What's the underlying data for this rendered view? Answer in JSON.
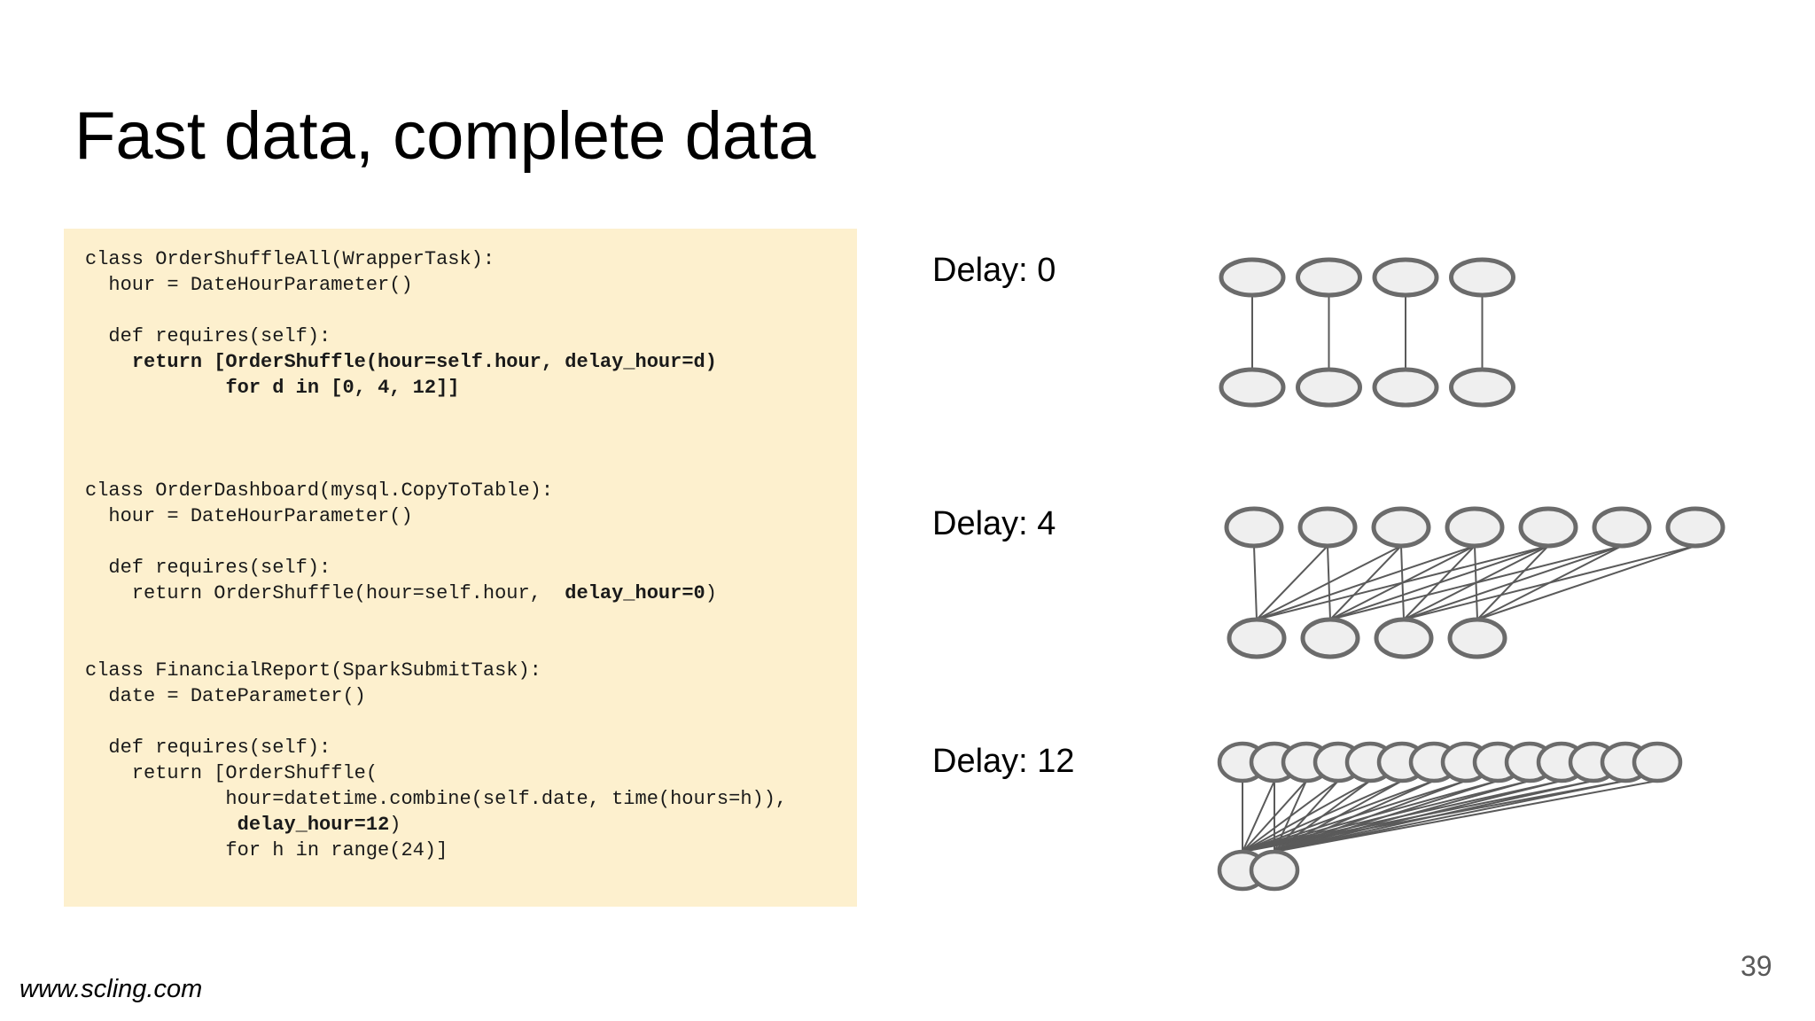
{
  "slide": {
    "title": "Fast data, complete data",
    "footer": "www.scling.com",
    "page_number": "39"
  },
  "colors": {
    "code_bg": "#FDF0CE",
    "code_text": "#1a1a1a",
    "node_fill": "#efefef",
    "node_stroke": "#6b6b6b",
    "edge": "#5a5a5a",
    "page_number": "#595959"
  },
  "code_block": {
    "lines": [
      {
        "segments": [
          {
            "text": "class OrderShuffleAll(WrapperTask):",
            "bold": false
          }
        ]
      },
      {
        "segments": [
          {
            "text": "  hour = DateHourParameter()",
            "bold": false
          }
        ]
      },
      {
        "segments": []
      },
      {
        "segments": [
          {
            "text": "  def requires(self):",
            "bold": false
          }
        ]
      },
      {
        "segments": [
          {
            "text": "    ",
            "bold": false
          },
          {
            "text": "return [OrderShuffle(hour=self.hour, delay_hour=d)",
            "bold": true
          }
        ]
      },
      {
        "segments": [
          {
            "text": "            ",
            "bold": false
          },
          {
            "text": "for d in [0, 4, 12]]",
            "bold": true
          }
        ]
      },
      {
        "segments": []
      },
      {
        "segments": []
      },
      {
        "segments": []
      },
      {
        "segments": [
          {
            "text": "class OrderDashboard(mysql.CopyToTable):",
            "bold": false
          }
        ]
      },
      {
        "segments": [
          {
            "text": "  hour = DateHourParameter()",
            "bold": false
          }
        ]
      },
      {
        "segments": []
      },
      {
        "segments": [
          {
            "text": "  def requires(self):",
            "bold": false
          }
        ]
      },
      {
        "segments": [
          {
            "text": "    return OrderShuffle(hour=self.hour,  ",
            "bold": false
          },
          {
            "text": "delay_hour=0",
            "bold": true
          },
          {
            "text": ")",
            "bold": false
          }
        ]
      },
      {
        "segments": []
      },
      {
        "segments": []
      },
      {
        "segments": [
          {
            "text": "class FinancialReport(SparkSubmitTask):",
            "bold": false
          }
        ]
      },
      {
        "segments": [
          {
            "text": "  date = DateParameter()",
            "bold": false
          }
        ]
      },
      {
        "segments": []
      },
      {
        "segments": [
          {
            "text": "  def requires(self):",
            "bold": false
          }
        ]
      },
      {
        "segments": [
          {
            "text": "    return [OrderShuffle(",
            "bold": false
          }
        ]
      },
      {
        "segments": [
          {
            "text": "            hour=datetime.combine(self.date, time(hours=h)),",
            "bold": false
          }
        ]
      },
      {
        "segments": [
          {
            "text": "             ",
            "bold": false
          },
          {
            "text": "delay_hour=12",
            "bold": true
          },
          {
            "text": ")",
            "bold": false
          }
        ]
      },
      {
        "segments": [
          {
            "text": "            for h in range(24)]",
            "bold": false
          }
        ]
      }
    ]
  },
  "diagrams": [
    {
      "label": "Delay: 0",
      "delay": 0,
      "top_nodes": 4,
      "bottom_nodes": 4
    },
    {
      "label": "Delay: 4",
      "delay": 4,
      "top_nodes": 7,
      "bottom_nodes": 4
    },
    {
      "label": "Delay: 12",
      "delay": 12,
      "top_nodes": 14,
      "bottom_nodes": 2
    }
  ]
}
